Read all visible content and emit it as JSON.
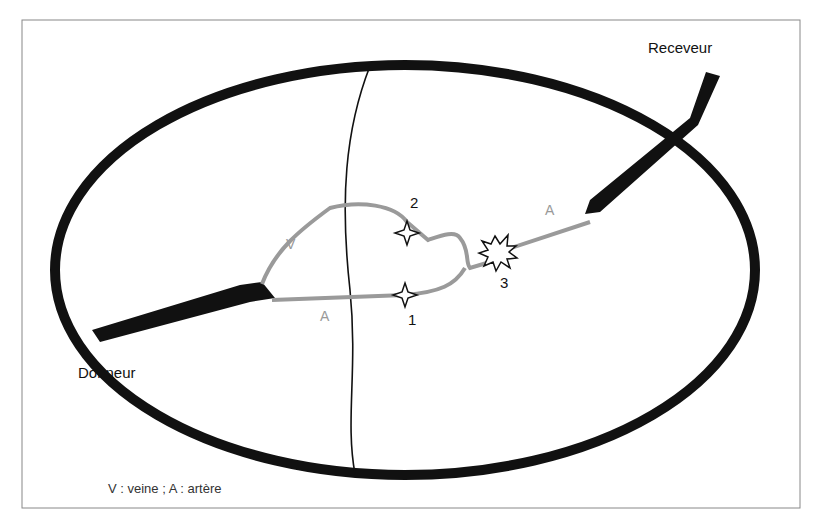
{
  "diagram": {
    "labels": [
      "Receveur",
      "Donneur",
      "V",
      "A",
      "A",
      "2",
      "1",
      "3",
      "V : veine ; A : artère"
    ]
  }
}
